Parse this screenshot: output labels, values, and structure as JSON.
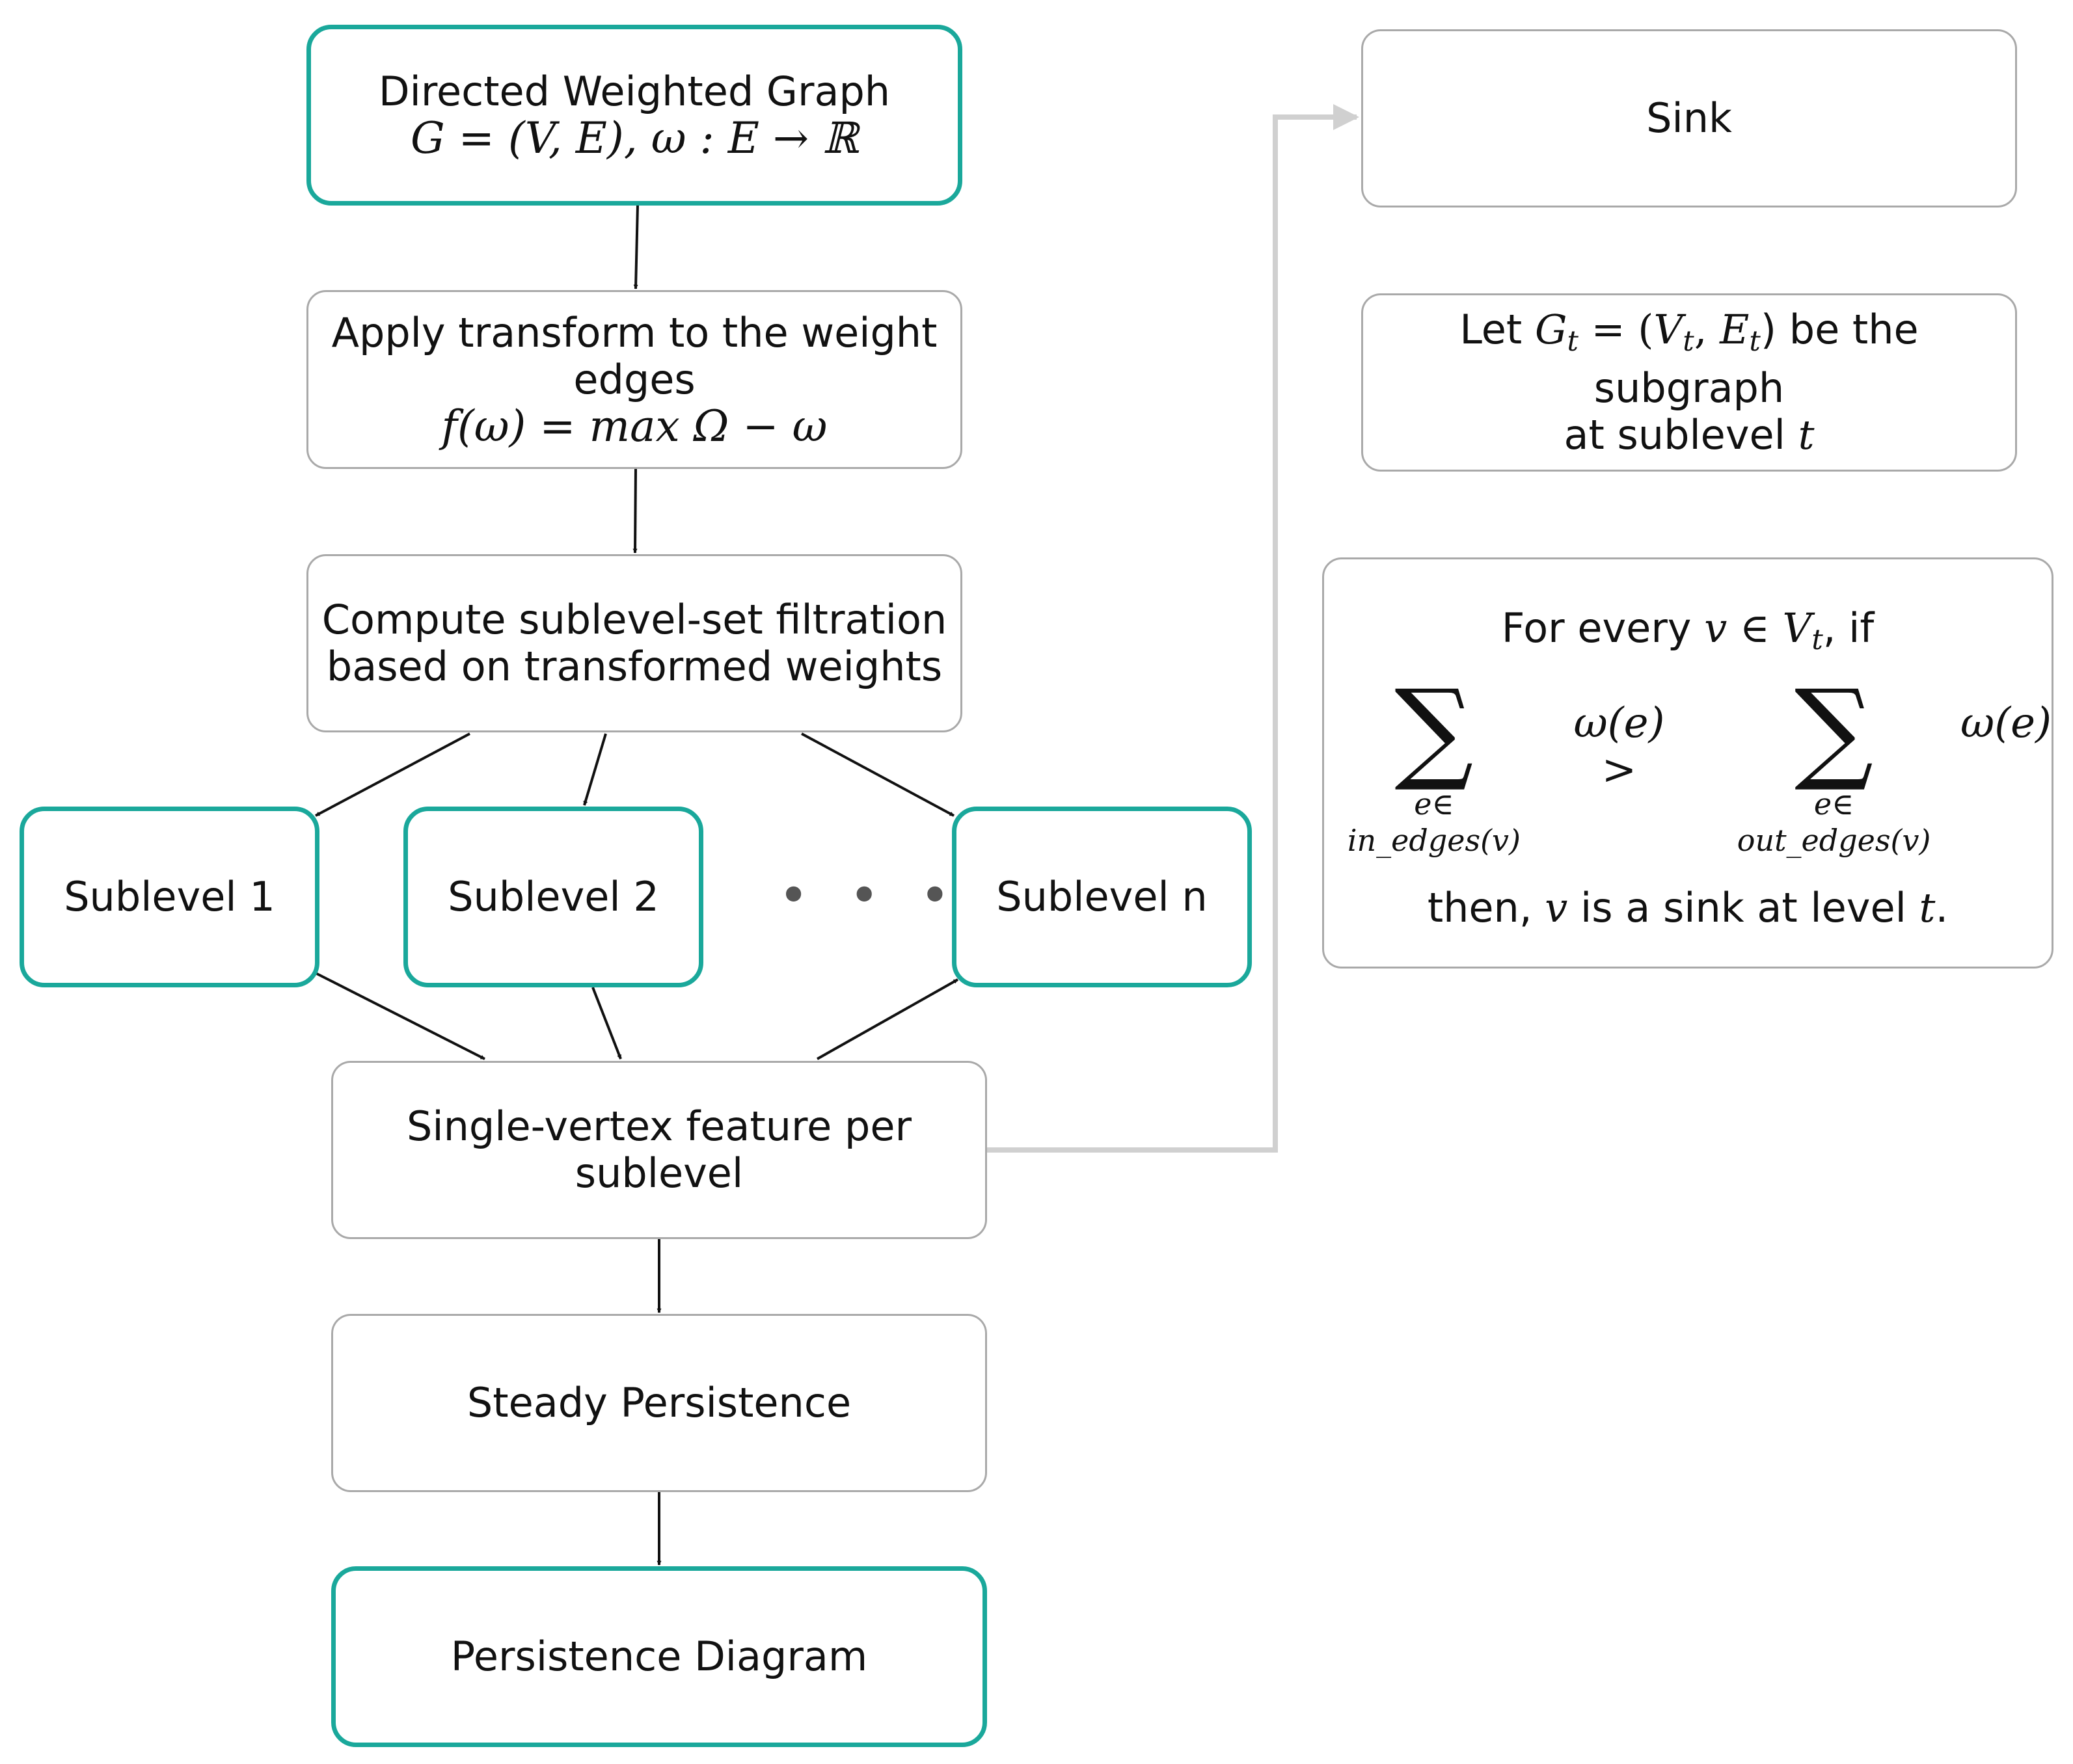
{
  "nodes": {
    "graph": {
      "line1": "Directed Weighted Graph",
      "line2": "G = (V, E),    ω : E → ℝ"
    },
    "transform": {
      "line1": "Apply transform to the weight",
      "line2": "edges",
      "line3": "f(ω) = max Ω − ω"
    },
    "filtration": {
      "line1": "Compute sublevel-set filtration",
      "line2": "based on transformed weights"
    },
    "sublevel1": "Sublevel 1",
    "sublevel2": "Sublevel 2",
    "ellipsis": "• • •",
    "sublevelN": "Sublevel n",
    "feature": {
      "line1": "Single-vertex feature per",
      "line2": "sublevel"
    },
    "steady": "Steady Persistence",
    "diagram": "Persistence Diagram",
    "sink": "Sink",
    "subgraph": {
      "p1": "Let ",
      "G": "G",
      "t1": "t",
      "eq": " = (",
      "V": "V",
      "t2": "t",
      "comma": ", ",
      "E": "E",
      "t3": "t",
      "p2": ") be the subgraph",
      "line2a": "at sublevel ",
      "line2t": "t"
    },
    "rule": {
      "line1a": "For every ",
      "v": "v",
      "in": " ∈ ",
      "V": "V",
      "t": "t",
      "line1b": ", if",
      "sigma": "∑",
      "in_edges": "e∈ in_edges(v)",
      "out_edges": "e∈ out_edges(v)",
      "omega_left": "ω(e) >",
      "omega_right": "ω(e)",
      "line3a": "then, ",
      "line3v": "v",
      "line3b": " is a sink at level ",
      "line3t": "t",
      "line3c": "."
    }
  },
  "colors": {
    "accent_border": "#1aa89b",
    "plain_border": "#a9a9a9",
    "arrow": "#111111",
    "connector": "#d0d0d0"
  }
}
